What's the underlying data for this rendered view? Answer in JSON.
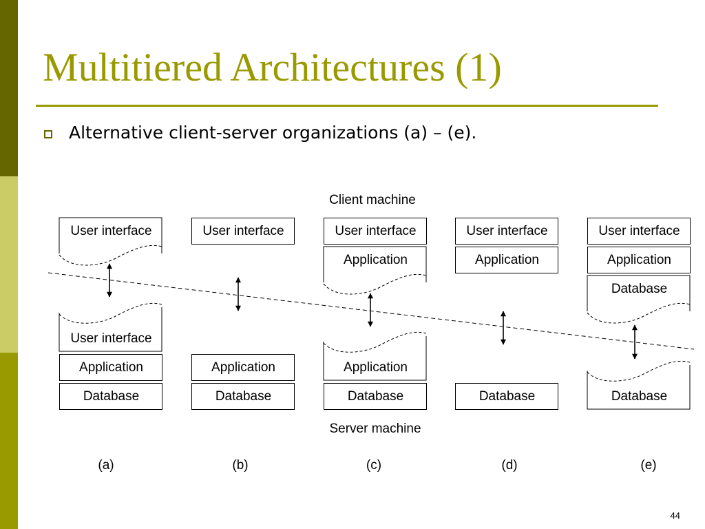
{
  "slide": {
    "title": "Multitiered Architectures (1)",
    "bullet": "Alternative client-server organizations (a) – (e).",
    "number": "44",
    "colors": {
      "title": "#999900",
      "bar_top": "#666600",
      "bar_middle": "#cccc66",
      "bar_bottom": "#999900"
    },
    "bullet_icon": "hollow-square-bullet-icon"
  },
  "diagram": {
    "client_label": "Client machine",
    "server_label": "Server machine",
    "configs": [
      {
        "label": "(a)",
        "client": [
          {
            "text": "User interface",
            "style": "bottom-cut"
          }
        ],
        "server": [
          {
            "text": "User interface",
            "style": "top-cut"
          },
          {
            "text": "Application",
            "style": "full"
          },
          {
            "text": "Database",
            "style": "full"
          }
        ]
      },
      {
        "label": "(b)",
        "client": [
          {
            "text": "User interface",
            "style": "full"
          }
        ],
        "server": [
          {
            "text": "Application",
            "style": "full"
          },
          {
            "text": "Database",
            "style": "full"
          }
        ]
      },
      {
        "label": "(c)",
        "client": [
          {
            "text": "User interface",
            "style": "full"
          },
          {
            "text": "Application",
            "style": "bottom-cut"
          }
        ],
        "server": [
          {
            "text": "Application",
            "style": "top-cut"
          },
          {
            "text": "Database",
            "style": "full"
          }
        ]
      },
      {
        "label": "(d)",
        "client": [
          {
            "text": "User interface",
            "style": "full"
          },
          {
            "text": "Application",
            "style": "full"
          }
        ],
        "server": [
          {
            "text": "Database",
            "style": "full"
          }
        ]
      },
      {
        "label": "(e)",
        "client": [
          {
            "text": "User interface",
            "style": "full"
          },
          {
            "text": "Application",
            "style": "full"
          },
          {
            "text": "Database",
            "style": "bottom-cut"
          }
        ],
        "server": [
          {
            "text": "Database",
            "style": "top-cut"
          }
        ]
      }
    ]
  }
}
